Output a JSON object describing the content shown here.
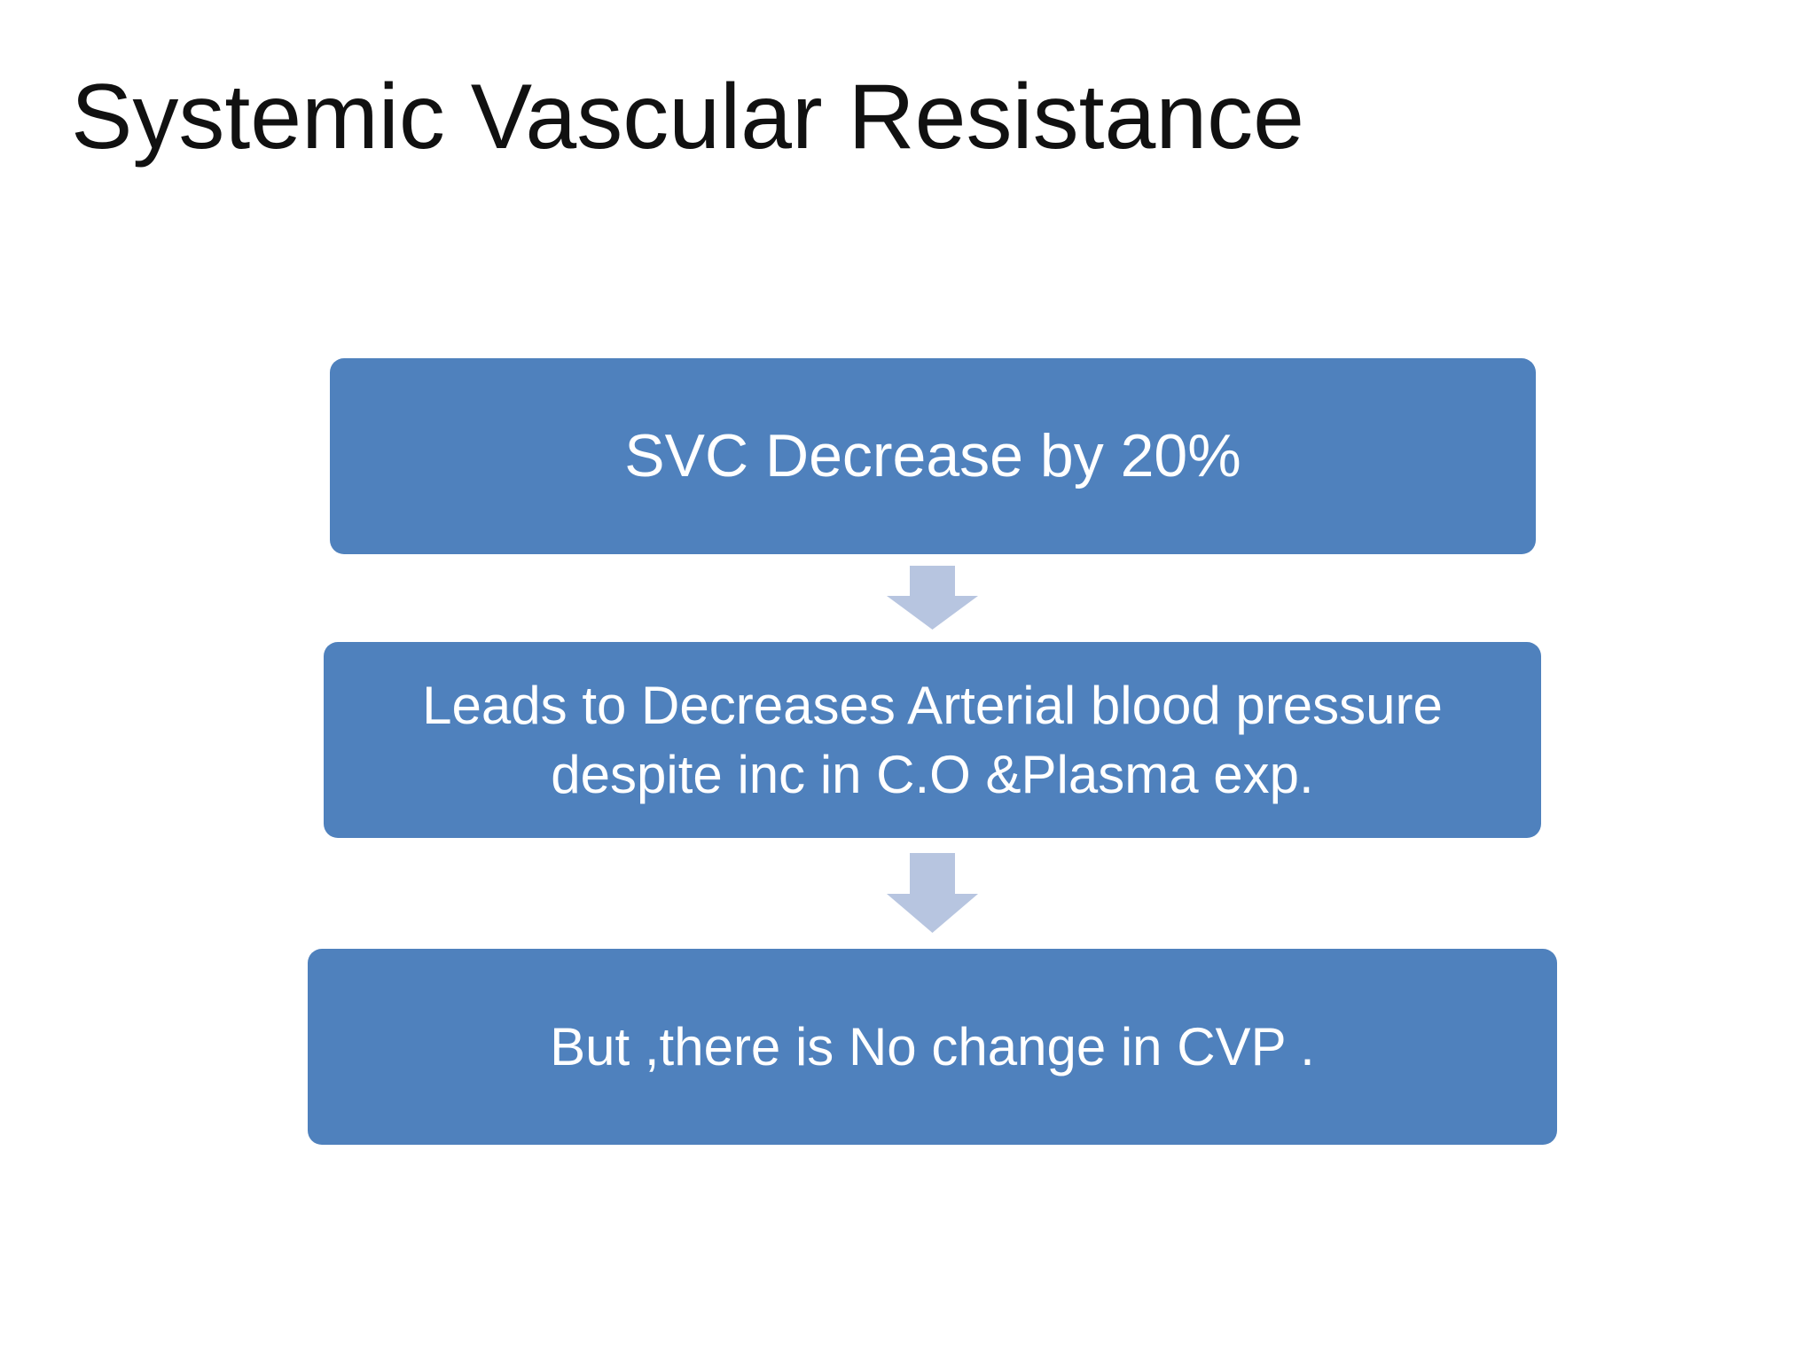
{
  "slide": {
    "title": "Systemic Vascular Resistance"
  },
  "flowchart": {
    "box_color": "#4F81BD",
    "arrow_color": "#B7C5E0",
    "boxes": [
      {
        "text": "SVC  Decrease by 20%"
      },
      {
        "text": "Leads to Decreases Arterial blood pressure\ndespite inc in C.O &Plasma exp."
      },
      {
        "text": "But ,there is No change in CVP ."
      }
    ]
  }
}
